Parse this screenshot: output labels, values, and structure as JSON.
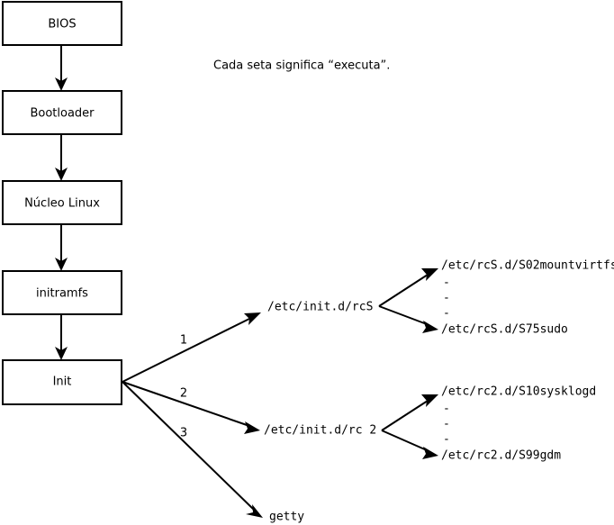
{
  "caption": {
    "text": "Cada seta significa “executa”."
  },
  "boot_chain": {
    "boxes": [
      {
        "id": "bios",
        "label": "BIOS"
      },
      {
        "id": "bootloader",
        "label": "Bootloader"
      },
      {
        "id": "kernel",
        "label": "Núcleo Linux"
      },
      {
        "id": "initramfs",
        "label": "initramfs"
      },
      {
        "id": "init",
        "label": "Init"
      }
    ]
  },
  "init_branches": {
    "numbers": [
      "1",
      "2",
      "3"
    ],
    "targets": [
      {
        "id": "rcs",
        "label": "/etc/init.d/rcS",
        "number": "1"
      },
      {
        "id": "rc2",
        "label": "/etc/init.d/rc 2",
        "number": "2"
      },
      {
        "id": "getty",
        "label": "getty",
        "number": "3"
      }
    ]
  },
  "script_groups": [
    {
      "id": "rcs-scripts",
      "parent": "/etc/init.d/rcS",
      "first": "/etc/rcS.d/S02mountvirtfs",
      "ellipsis": [
        "-",
        "-",
        "-"
      ],
      "last": "/etc/rcS.d/S75sudo"
    },
    {
      "id": "rc2-scripts",
      "parent": "/etc/init.d/rc 2",
      "first": "/etc/rc2.d/S10sysklogd",
      "ellipsis": [
        "-",
        "-",
        "-"
      ],
      "last": "/etc/rc2.d/S99gdm"
    }
  ],
  "colors": {
    "background": "#ffffff",
    "stroke": "#000000",
    "box_fill": "#ffffff",
    "text": "#000000"
  }
}
